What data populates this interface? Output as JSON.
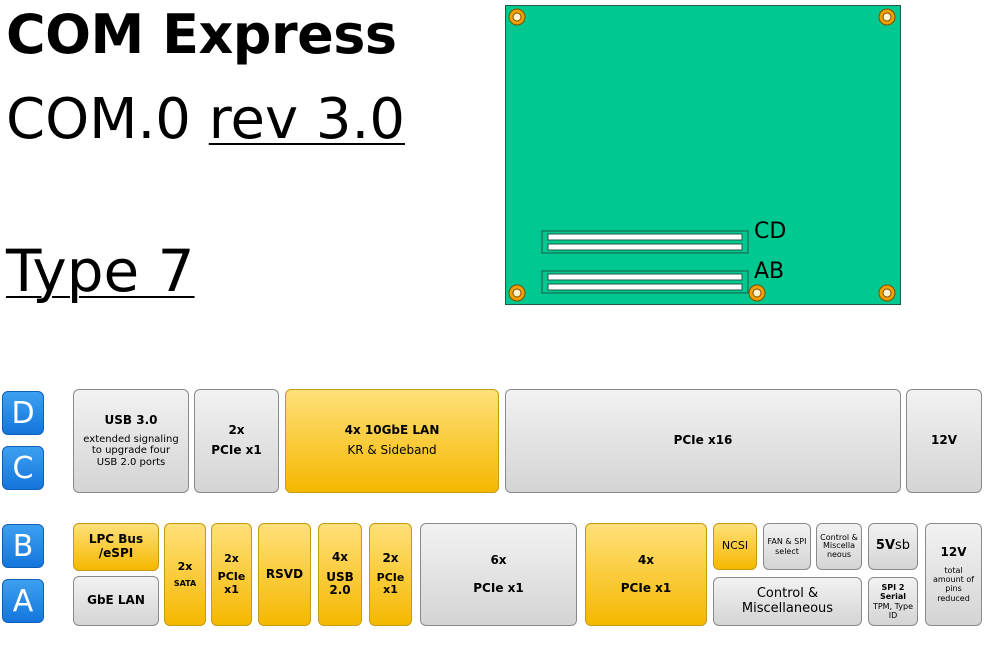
{
  "title": {
    "line1": "COM Express",
    "line2_prefix": "COM.0 ",
    "line2_underlined": "rev 3.0",
    "line3": "Type 7"
  },
  "board": {
    "color": "#00c891",
    "connector_upper_label": "CD",
    "connector_lower_label": "AB"
  },
  "row_labels": [
    "D",
    "C",
    "B",
    "A"
  ],
  "cd_blocks": {
    "usb3": {
      "title": "USB 3.0",
      "desc": "extended signaling to upgrade four USB 2.0 ports"
    },
    "pcie2": {
      "line1": "2x",
      "line2": "PCIe x1"
    },
    "lan10g": {
      "title": "4x 10GbE LAN",
      "desc": "KR & Sideband"
    },
    "pcie16": {
      "label": "PCIe x16"
    },
    "v12": {
      "label": "12V"
    }
  },
  "ab_blocks": {
    "lpc": {
      "label": "LPC Bus /eSPI"
    },
    "gbe": {
      "label": "GbE LAN"
    },
    "sata": {
      "line1": "2x",
      "line2": "SATA"
    },
    "pcie2a": {
      "line1": "2x",
      "line2": "PCIe x1"
    },
    "rsvd": {
      "label": "RSVD"
    },
    "usb2": {
      "line1": "4x",
      "line2": "USB 2.0"
    },
    "pcie2b": {
      "line1": "2x",
      "line2": "PCIe x1"
    },
    "pcie6": {
      "line1": "6x",
      "line2": "PCIe x1"
    },
    "pcie4": {
      "line1": "4x",
      "line2": "PCIe x1"
    },
    "ncsi": {
      "label": "NCSI"
    },
    "fanspi": {
      "label": "FAN & SPI select"
    },
    "ctrl_small": {
      "label": "Control & Miscella neous"
    },
    "v5sb": {
      "bold": "5V",
      "rest": "sb"
    },
    "ctrl_big": {
      "label": "Control & Miscellaneous"
    },
    "spi": {
      "title": "SPI 2 Serial",
      "desc": "TPM, Type ID"
    },
    "v12": {
      "label": "12V",
      "desc": "total amount of pins reduced"
    }
  }
}
